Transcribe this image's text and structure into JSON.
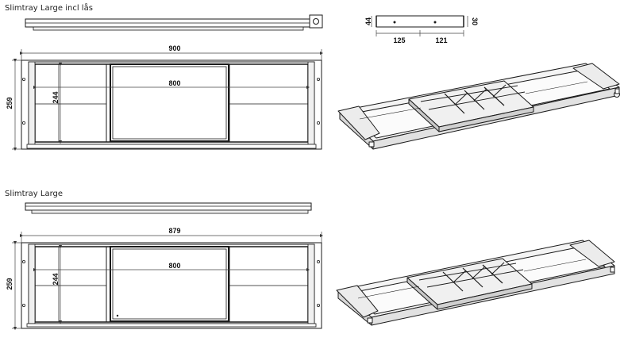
{
  "sections": [
    {
      "title": "Slimtray Large incl lås",
      "width_dim": "900",
      "inner_dim": "800",
      "height_dim": "259",
      "inner_height_dim": "244"
    },
    {
      "title": "Slimtray Large",
      "width_dim": "879",
      "inner_dim": "800",
      "height_dim": "259",
      "inner_height_dim": "244"
    }
  ],
  "lock_detail": {
    "height_left": "44",
    "height_right": "30",
    "width_left": "125",
    "width_right": "121"
  },
  "colors": {
    "line": "#1a1a1a",
    "frame_fill": "#f7f7f7",
    "dim_line": "#444444"
  }
}
